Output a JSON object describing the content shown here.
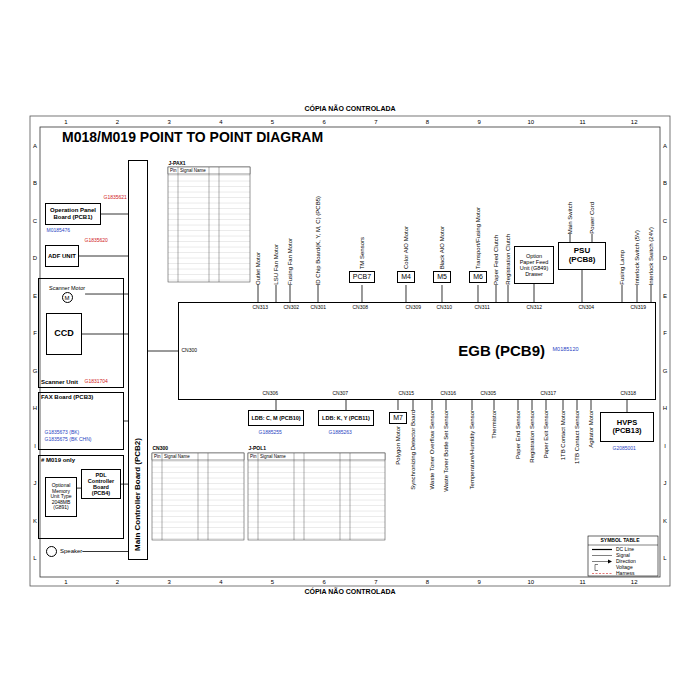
{
  "diagram": {
    "title": "M018/M019 POINT TO POINT DIAGRAM",
    "nodes": [
      {
        "text": [
          "Operation Panel Board (PCB1)"
        ]
      },
      {
        "text": [
          "ADF UNIT"
        ]
      },
      {
        "text": [
          "Scanner Unit"
        ]
      },
      {
        "text": [
          "Scanner Motor",
          "M"
        ],
        "in": 2
      },
      {
        "text": [
          "CCD"
        ],
        "in": 2
      },
      {
        "text": [
          "FAX Board (PCB3)"
        ]
      },
      {
        "text": [
          "# M019 only"
        ]
      },
      {
        "text": [
          "PDL Controller Board (PCB4)"
        ],
        "in": 6
      },
      {
        "text": [
          "Optional Memory Unit Type 2048MB (G891)"
        ],
        "in": 6
      },
      {
        "text": [
          "Speaker"
        ]
      },
      {
        "text": [
          "Main Controller Board (PCB2)"
        ]
      },
      {
        "text": [
          "Outlet Motor"
        ]
      },
      {
        "text": [
          "LSU Fan Motor"
        ]
      },
      {
        "text": [
          "Fusing Fan Motor"
        ]
      },
      {
        "text": [
          "ID Chip Board(K, Y, M, C) (PCB5)"
        ]
      },
      {
        "text": [
          "TM Sensors",
          "PCB7"
        ]
      },
      {
        "text": [
          "Color AIO Motor",
          "M4"
        ]
      },
      {
        "text": [
          "Black AIO Motor",
          "M5"
        ]
      },
      {
        "text": [
          "Transport/Fusing Motor",
          "M6"
        ]
      },
      {
        "text": [
          "Paper Feed Clutch"
        ]
      },
      {
        "text": [
          "Registration Clutch"
        ]
      },
      {
        "text": [
          "Option",
          "Paper Feed Unit (G849)",
          "Drawer"
        ]
      },
      {
        "text": [
          "Main Switch"
        ]
      },
      {
        "text": [
          "PSU (PCB8)"
        ]
      },
      {
        "text": [
          "Power Cord"
        ]
      },
      {
        "text": [
          "Fusing Lamp"
        ]
      },
      {
        "text": [
          "Interlock Switch (5V)"
        ]
      },
      {
        "text": [
          "Interlock Switch (24V)"
        ]
      },
      {
        "text": [
          "EGB (PCB9)"
        ]
      },
      {
        "text": [
          "LDB: C, M (PCB10)"
        ]
      },
      {
        "text": [
          "LDB: K, Y (PCB11)"
        ]
      },
      {
        "text": [
          "Polygon Motor",
          "M7"
        ]
      },
      {
        "text": [
          "Synchronizing Detector Board"
        ]
      },
      {
        "text": [
          "Waste Toner Overflow Sensor"
        ]
      },
      {
        "text": [
          "Waste Toner Bottle Set Sensor"
        ]
      },
      {
        "text": [
          "Temperature/Humidity Sensor"
        ]
      },
      {
        "text": [
          "Thermistor"
        ]
      },
      {
        "text": [
          "Paper End Sensor"
        ]
      },
      {
        "text": [
          "Registration Sensor"
        ]
      },
      {
        "text": [
          "Paper Exit Sensor"
        ]
      },
      {
        "text": [
          "1TB Contact Motor"
        ]
      },
      {
        "text": [
          "1TB Contact Sensor"
        ]
      },
      {
        "text": [
          "Agitator Motor"
        ]
      },
      {
        "text": [
          "HVPS (PCB13)"
        ]
      }
    ],
    "edges": [
      {
        "from": 0,
        "to": 10,
        "arrow": "none"
      },
      {
        "from": 1,
        "to": 10,
        "arrow": "none"
      },
      {
        "from": 3,
        "to": 10,
        "arrow": "none"
      },
      {
        "from": 4,
        "to": 10,
        "arrow": "none"
      },
      {
        "from": 5,
        "to": 10,
        "arrow": "none"
      },
      {
        "from": 7,
        "to": 10,
        "arrow": "none"
      },
      {
        "from": 8,
        "to": 7,
        "arrow": "none"
      },
      {
        "from": 9,
        "to": 10,
        "arrow": "none"
      },
      {
        "from": 10,
        "to": 28,
        "arrow": "none"
      },
      {
        "from": 11,
        "to": 28,
        "arrow": "none"
      },
      {
        "from": 12,
        "to": 28,
        "arrow": "none"
      },
      {
        "from": 13,
        "to": 28,
        "arrow": "none"
      },
      {
        "from": 14,
        "to": 28,
        "arrow": "none"
      },
      {
        "from": 15,
        "to": 28,
        "arrow": "none"
      },
      {
        "from": 16,
        "to": 28,
        "arrow": "none"
      },
      {
        "from": 17,
        "to": 28,
        "arrow": "none"
      },
      {
        "from": 18,
        "to": 28,
        "arrow": "none"
      },
      {
        "from": 19,
        "to": 28,
        "arrow": "none"
      },
      {
        "from": 20,
        "to": 28,
        "arrow": "none"
      },
      {
        "from": 21,
        "to": 28,
        "arrow": "none"
      },
      {
        "from": 22,
        "to": 23,
        "arrow": "none"
      },
      {
        "from": 24,
        "to": 23,
        "arrow": "none"
      },
      {
        "from": 23,
        "to": 28,
        "arrow": "none"
      },
      {
        "from": 25,
        "to": 28,
        "arrow": "none"
      },
      {
        "from": 26,
        "to": 28,
        "arrow": "none"
      },
      {
        "from": 27,
        "to": 28,
        "arrow": "none"
      },
      {
        "from": 28,
        "to": 29,
        "arrow": "none"
      },
      {
        "from": 28,
        "to": 30,
        "arrow": "none"
      },
      {
        "from": 28,
        "to": 31,
        "arrow": "none"
      },
      {
        "from": 28,
        "to": 32,
        "arrow": "none"
      },
      {
        "from": 28,
        "to": 33,
        "arrow": "none"
      },
      {
        "from": 28,
        "to": 34,
        "arrow": "none"
      },
      {
        "from": 28,
        "to": 35,
        "arrow": "none"
      },
      {
        "from": 28,
        "to": 36,
        "arrow": "none"
      },
      {
        "from": 28,
        "to": 37,
        "arrow": "none"
      },
      {
        "from": 28,
        "to": 38,
        "arrow": "none"
      },
      {
        "from": 28,
        "to": 39,
        "arrow": "none"
      },
      {
        "from": 28,
        "to": 40,
        "arrow": "none"
      },
      {
        "from": 28,
        "to": 41,
        "arrow": "none"
      },
      {
        "from": 28,
        "to": 42,
        "arrow": "none"
      },
      {
        "from": 28,
        "to": 43,
        "arrow": "none"
      }
    ],
    "labels": [
      "CÓPIA NÃO CONTROLADA",
      "CÓPIA NÃO CONTROLADA",
      "1",
      "2",
      "3",
      "4",
      "5",
      "6",
      "7",
      "8",
      "9",
      "10",
      "11",
      "12",
      "1",
      "2",
      "3",
      "4",
      "5",
      "6",
      "7",
      "8",
      "9",
      "10",
      "11",
      "12",
      "A",
      "B",
      "C",
      "D",
      "E",
      "F",
      "G",
      "H",
      "I",
      "J",
      "K",
      "L",
      "A",
      "B",
      "C",
      "D",
      "E",
      "F",
      "G",
      "H",
      "I",
      "J",
      "K",
      "L",
      "M0185476",
      "G1835621",
      "G1835620",
      "G1831704",
      "M0185120",
      "CN313",
      "CN302",
      "CN301",
      "CN308",
      "CN309",
      "CN310",
      "CN311",
      "CN312",
      "CN304",
      "CN319",
      "CN306",
      "CN307",
      "CN315",
      "CN316",
      "CN305",
      "CN317",
      "CN318",
      "CN300",
      "J-PAX1",
      "CN300",
      "J-POL1",
      "SYMBOL TABLE",
      "G1885255",
      "G1885263",
      "G2085001",
      "G1835673 (BK)",
      "G1835675 (BK CHN)",
      "Pin",
      "Signal Name",
      "Pin",
      "Signal Name",
      "Pin",
      "Signal Name"
    ],
    "legend": [
      {
        "text": "DC Line"
      },
      {
        "text": "Signal"
      },
      {
        "text": "Direction"
      },
      {
        "text": "Voltage"
      },
      {
        "text": "Harness"
      }
    ]
  }
}
